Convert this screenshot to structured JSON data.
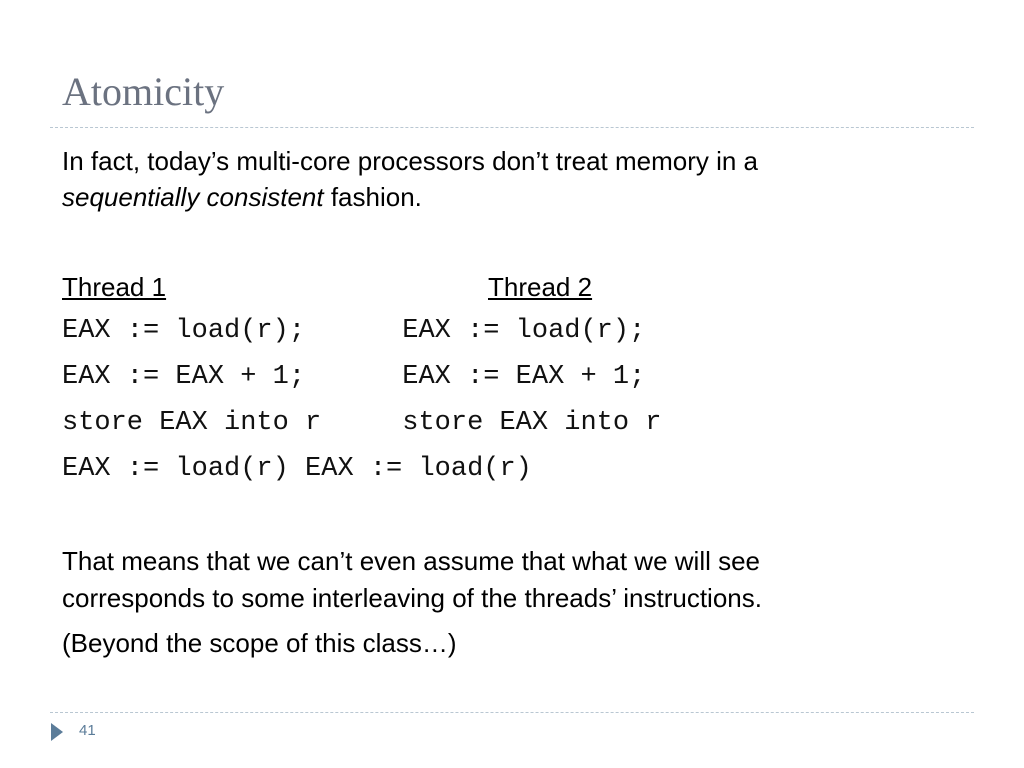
{
  "slide": {
    "title": "Atomicity",
    "intro": {
      "line1": "In fact, today’s multi-core processors don’t treat memory in a",
      "emphasis": "sequentially consistent",
      "line2_rest": " fashion."
    },
    "threads": {
      "thread1_label": "Thread 1",
      "thread2_label": "Thread 2"
    },
    "code_lines": [
      "EAX := load(r);      EAX := load(r);",
      "EAX := EAX + 1;      EAX := EAX + 1;",
      "store EAX into r     store EAX into r",
      "EAX := load(r) EAX := load(r)"
    ],
    "outro": {
      "line1": "That means that we can’t even assume that what we will see",
      "line2": "corresponds to some interleaving of the threads’ instructions.",
      "line3": "(Beyond the scope of this class…)"
    },
    "page_number": "41"
  },
  "colors": {
    "title": "#6b7280",
    "accent": "#5b7c99",
    "divider": "#b9c7d2"
  },
  "icons": {
    "nav": "play-triangle-icon"
  }
}
